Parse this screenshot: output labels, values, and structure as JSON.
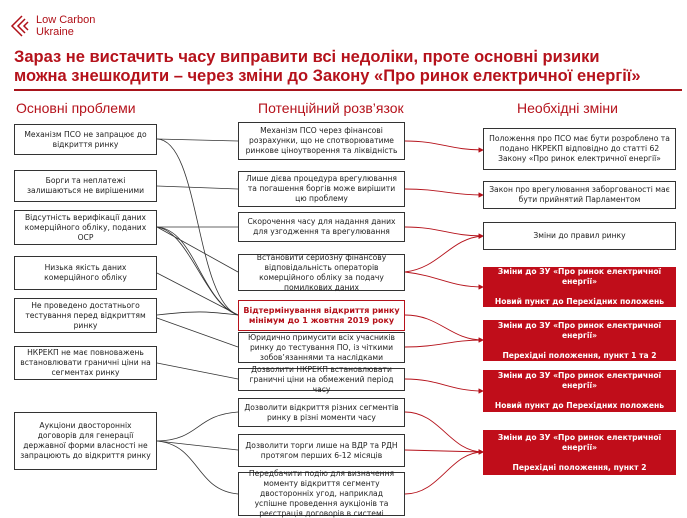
{
  "logo": {
    "line1": "Low Carbon",
    "line2": "Ukraine"
  },
  "title": {
    "line1": "Зараз не вистачить часу виправити всі недоліки, проте основні ризики",
    "line2": "можна знешкодити – через зміни до Закону «Про ринок електричної енергії»"
  },
  "columns": {
    "problems": "Основні проблеми",
    "solutions": "Потенційний розв’язок",
    "changes": "Необхідні зміни"
  },
  "problems": [
    "Механізм ПСО не запрацює до відкриття ринку",
    "Борги та неплатежі залишаються не вирішеними",
    "Відсутність верифікації даних комерційного обліку, поданих ОСР",
    "Низька якість даних комерційного обліку",
    "Не проведено достатнього тестування перед відкриттям ринку",
    "НКРЕКП не має повноважень встановлювати граничні ціни на сегментах ринку",
    "Аукціони двосторонніх договорів для генерації державної форми власності не запрацюють до відкриття ринку"
  ],
  "solutions": [
    "Механізм ПСО через фінансові розрахунки, що не спотворюватиме ринкове ціноутворення та ліквідність",
    "Лише дієва процедура врегулювання та погашення боргів може вирішити цю проблему",
    "Скорочення часу для надання даних для узгодження та врегулювання",
    "Встановити серйозну фінансову відповідальність операторів комерційного обліку за подачу помилкових даних",
    "Відтермінування відкриття ринку мінімум до 1 жовтня 2019 року",
    "Юридично примусити всіх учасників ринку до тестування ПО, із чіткими зобов’язаннями та наслідками",
    "Дозволити НКРЕКП встановлювати граничні ціни на обмежений період часу",
    "Дозволити відкриття різних сегментів ринку в різні моменти часу",
    "Дозволити торги лише на ВДР та РДН протягом перших 6-12 місяців",
    "Передбачити подію для визначення моменту відкриття сегменту двосторонніх угод, наприклад успішне проведення аукціонів та реєстрація договорів в системі"
  ],
  "changes": [
    "Положення про ПСО має бути розроблено та подано НКРЕКП відповідно до статті 62 Закону «Про ринок електричної енергії»",
    "Закон про врегулювання заборгованості має бути прийнятий Парламентом",
    "Зміни до правил ринку",
    "Зміни до ЗУ «Про ринок електричної енергії»\n\nНовий пункт до Перехідних положень",
    "Зміни до ЗУ «Про ринок електричної енергії»\n\nПерехідні положення, пункт 1 та 2",
    "Зміни до ЗУ «Про ринок електричної енергії»\n\nНовий пункт до Перехідних положень",
    "Зміни до ЗУ «Про ринок електричної енергії»\n\nПерехідні положення, пункт 2"
  ],
  "colors": {
    "accent": "#b5121b",
    "red_box": "#c00d1a"
  }
}
